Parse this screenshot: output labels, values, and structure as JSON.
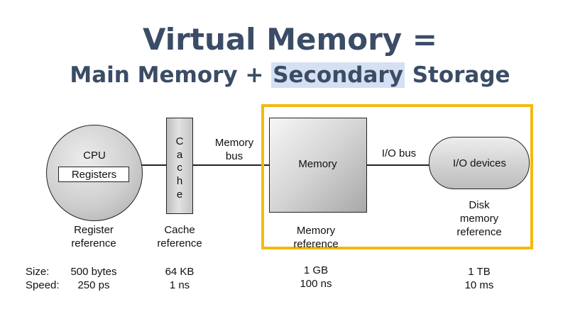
{
  "title": {
    "line1": "Virtual Memory =",
    "line2_prefix": "Main Memory + ",
    "line2_highlight": "Secondary",
    "line2_suffix": " Storage"
  },
  "diagram": {
    "cpu_label": "CPU",
    "registers_label": "Registers",
    "cache_letters": [
      "C",
      "a",
      "c",
      "h",
      "e"
    ],
    "memory_bus_label": [
      "Memory",
      "bus"
    ],
    "memory_label": "Memory",
    "io_bus_label": "I/O bus",
    "io_devices_label": "I/O devices",
    "references": {
      "register": [
        "Register",
        "reference"
      ],
      "cache": [
        "Cache",
        "reference"
      ],
      "memory": [
        "Memory",
        "reference"
      ],
      "disk": [
        "Disk",
        "memory",
        "reference"
      ]
    }
  },
  "specs": {
    "size_label": "Size:",
    "speed_label": "Speed:",
    "register": {
      "size": "500 bytes",
      "speed": "250 ps"
    },
    "cache": {
      "size": "64 KB",
      "speed": "1 ns"
    },
    "memory": {
      "size": "1 GB",
      "speed": "100 ns"
    },
    "disk": {
      "size": "1 TB",
      "speed": "10 ms"
    }
  },
  "colors": {
    "title": "#3b4c66",
    "highlight_bg": "#d5e0f2",
    "frame": "#f2b90f"
  }
}
